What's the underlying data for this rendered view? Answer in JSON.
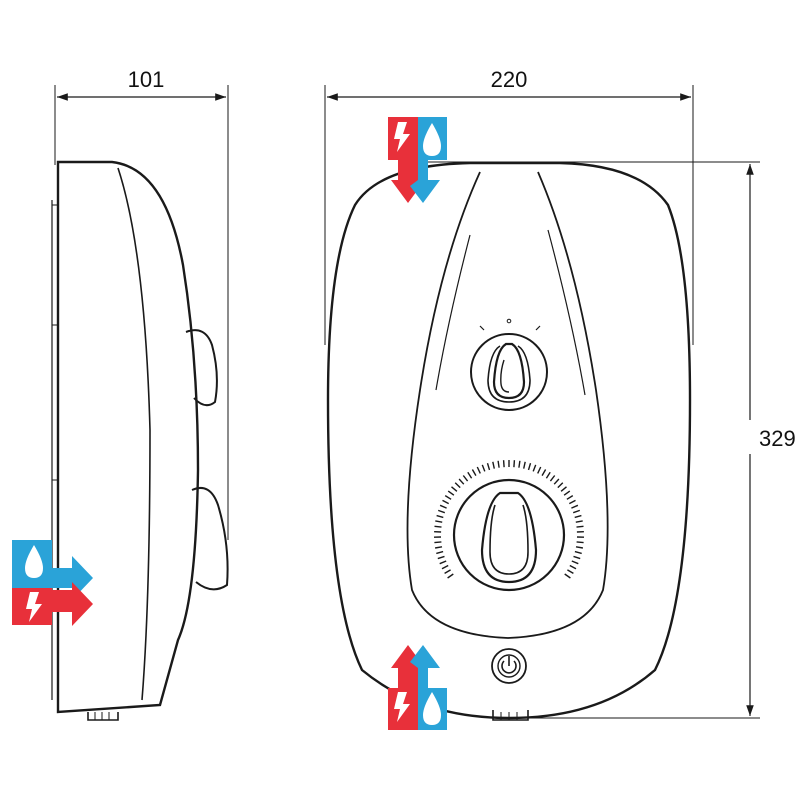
{
  "dimensions": {
    "depth": "101",
    "width": "220",
    "height": "329"
  },
  "colors": {
    "electric": "#e8303a",
    "water": "#2aa3d8",
    "line": "#1a1a1a",
    "background": "#ffffff"
  },
  "icons": {
    "supply_top": [
      "electric-bolt-icon",
      "water-drop-icon"
    ],
    "supply_side": [
      "water-drop-icon",
      "electric-bolt-icon"
    ],
    "supply_bottom": [
      "electric-bolt-icon",
      "water-drop-icon"
    ],
    "controls": [
      "temperature-dial",
      "power-dial",
      "power-button-icon"
    ]
  }
}
